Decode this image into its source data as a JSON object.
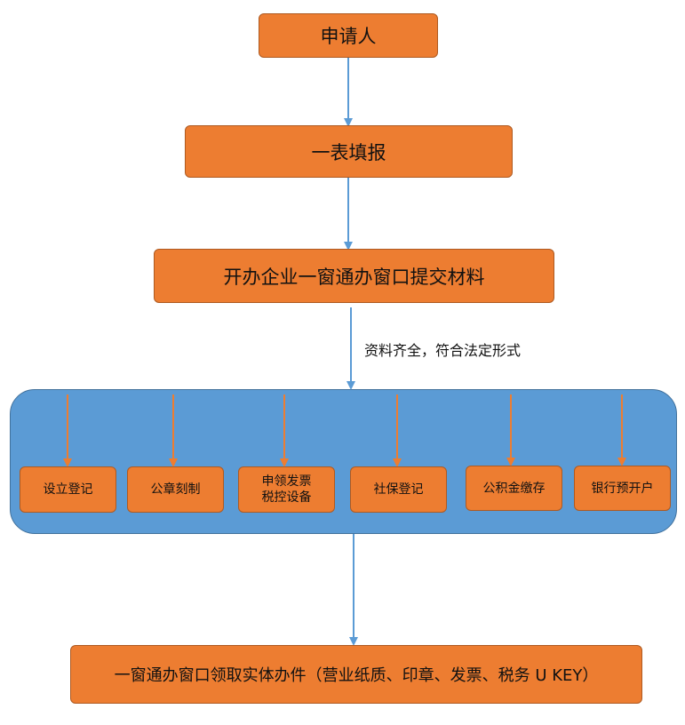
{
  "nodes": {
    "applicant": "申请人",
    "fill_form": "一表填报",
    "submit": "开办企业一窗通办窗口提交材料",
    "final": "一窗通办窗口领取实体办件（营业纸质、印章、发票、税务 U KEY）"
  },
  "condition_note": "资料齐全，符合法定形式",
  "parallel_steps": {
    "establish_registration": "设立登记",
    "seal_engraving": "公章刻制",
    "invoice_line1": "申领发票",
    "invoice_line2": "税控设备",
    "social_security": "社保登记",
    "housing_fund": "公积金缴存",
    "bank_account": "银行预开户"
  },
  "colors": {
    "box_fill": "#ED7D31",
    "box_border": "#AE5A21",
    "container_fill": "#5B9BD5",
    "blue_arrow": "#5B9BD5",
    "orange_arrow": "#ED7D31"
  }
}
